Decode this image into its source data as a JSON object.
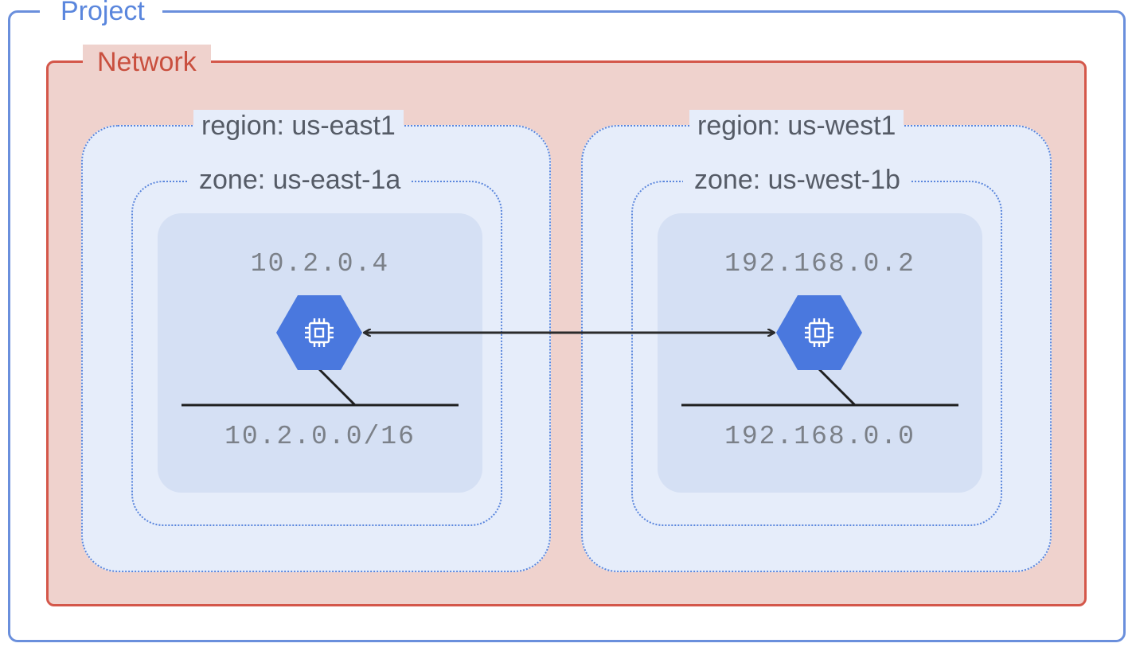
{
  "project": {
    "label": "Project"
  },
  "network": {
    "label": "Network"
  },
  "regions": [
    {
      "label": "region: us-east1",
      "zone": {
        "label": "zone: us-east-1a",
        "instance_ip": "10.2.0.4",
        "subnet": "10.2.0.0/16",
        "icon": "compute-engine-icon"
      }
    },
    {
      "label": "region: us-west1",
      "zone": {
        "label": "zone: us-west-1b",
        "instance_ip": "192.168.0.2",
        "subnet": "192.168.0.0",
        "icon": "compute-engine-icon"
      }
    }
  ],
  "colors": {
    "project_border": "#6a8fdc",
    "network_fill": "#efd2cd",
    "network_border": "#d4574a",
    "region_fill": "#e6edfa",
    "subnet_fill": "#d5e0f4",
    "instance_hexagon": "#4a78de"
  }
}
